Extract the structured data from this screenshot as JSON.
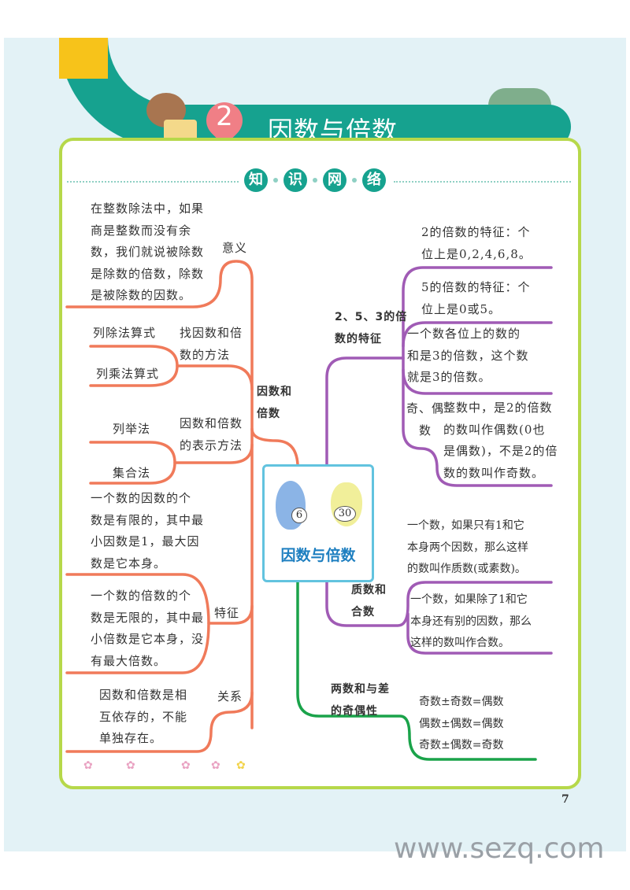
{
  "header": {
    "chapter_number": "2",
    "title": "因数与倍数",
    "section_badges": [
      "知",
      "识",
      "网",
      "络"
    ]
  },
  "colors": {
    "teal": "#16a28f",
    "yellow": "#f7c31a",
    "orange_branch": "#f07a5a",
    "purple_branch": "#a05bb5",
    "green_branch": "#1aa34a",
    "center_border": "#62c3df",
    "center_title": "#1e7fc0",
    "frame": "#b6d84a"
  },
  "center": {
    "title": "因数与倍数",
    "char1_number": "6",
    "char2_number": "30"
  },
  "left": {
    "main_label": [
      "因数和",
      "倍数"
    ],
    "meaning": {
      "label": "意义",
      "text": [
        "在整数除法中，如果",
        "商是整数而没有余",
        "数，我们就说被除数",
        "是除数的倍数，除数",
        "是被除数的因数。"
      ]
    },
    "find_method": {
      "label": [
        "找因数和倍",
        "数的方法"
      ],
      "items": [
        "列除法算式",
        "列乘法算式"
      ]
    },
    "represent": {
      "label": [
        "因数和倍数",
        "的表示方法"
      ],
      "items": [
        "列举法",
        "集合法"
      ]
    },
    "feature": {
      "label": "特征",
      "factor_text": [
        "一个数的因数的个",
        "数是有限的，其中最",
        "小因数是1，最大因",
        "数是它本身。"
      ],
      "multiple_text": [
        "一个数的倍数的个",
        "数是无限的，其中最",
        "小倍数是它本身，没",
        "有最大倍数。"
      ]
    },
    "relation": {
      "label": "关系",
      "text": [
        "因数和倍数是相",
        "互依存的，不能",
        "单独存在。"
      ]
    }
  },
  "right": {
    "features_253": {
      "label": [
        "2、5、3的倍",
        "数的特征"
      ],
      "two": [
        "2的倍数的特征：个",
        "位上是0,2,4,6,8。"
      ],
      "five": [
        "5的倍数的特征：个",
        "位上是0或5。"
      ],
      "three": [
        "一个数各位上的数的",
        "和是3的倍数，这个数",
        "就是3的倍数。"
      ],
      "odd_even_label": [
        "奇、偶",
        "数"
      ],
      "odd_even": [
        "整数中，是2的倍数",
        "的数叫作偶数(0也",
        "是偶数)，不是2的倍",
        "数的数叫作奇数。"
      ]
    },
    "prime_composite": {
      "label": [
        "质数和",
        "合数"
      ],
      "prime": [
        "一个数，如果只有1和它",
        "本身两个因数，那么这样",
        "的数叫作质数(或素数)。"
      ],
      "composite": [
        "一个数，如果除了1和它",
        "本身还有别的因数，那么",
        "这样的数叫作合数。"
      ]
    },
    "parity": {
      "label": [
        "两数和与差",
        "的奇偶性"
      ],
      "rules": [
        "奇数±奇数=偶数",
        "偶数±偶数=偶数",
        "奇数±偶数=奇数"
      ]
    }
  },
  "page_number": "7",
  "watermark": "www.sezq.com"
}
